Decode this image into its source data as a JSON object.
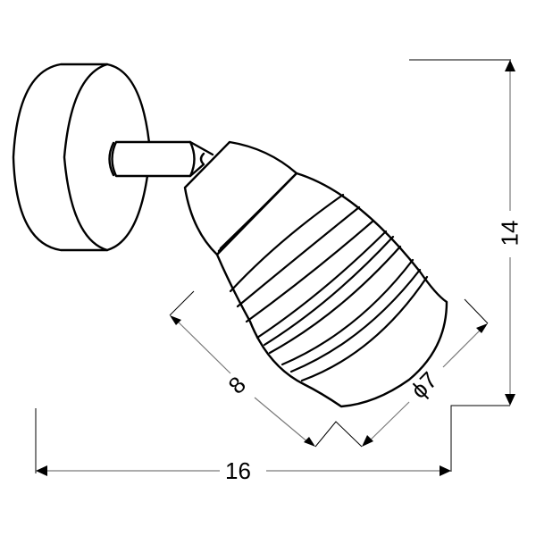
{
  "drawing": {
    "subject": "wall spotlight with striped glass shade",
    "colors": {
      "line": "#000000",
      "dimension_line": "#7a7a7a",
      "background": "#ffffff"
    }
  },
  "dimensions": {
    "height": {
      "value": "14",
      "orientation": "vertical"
    },
    "width": {
      "value": "16",
      "orientation": "horizontal"
    },
    "shade_length": {
      "value": "8",
      "orientation": "diagonal"
    },
    "shade_diameter": {
      "value": "ϕ7",
      "orientation": "diagonal"
    }
  }
}
